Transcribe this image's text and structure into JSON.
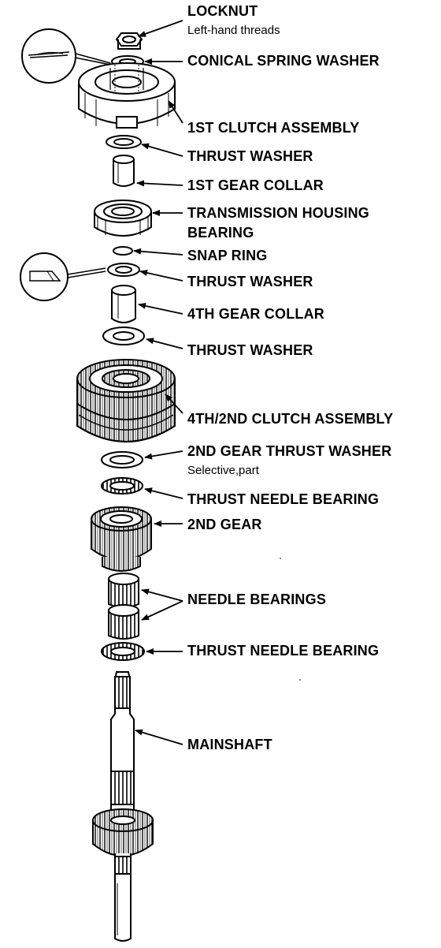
{
  "diagram": {
    "labels": {
      "locknut": "LOCKNUT",
      "locknut_note": "Left-hand threads",
      "conical_spring_washer": "CONICAL SPRING WASHER",
      "first_clutch_assembly": "1ST CLUTCH ASSEMBLY",
      "thrust_washer_1": "THRUST WASHER",
      "first_gear_collar": "1ST GEAR COLLAR",
      "transmission_housing_bearing_1": "TRANSMISSION HOUSING",
      "transmission_housing_bearing_2": "BEARING",
      "snap_ring": "SNAP RING",
      "thrust_washer_2": "THRUST WASHER",
      "fourth_gear_collar": "4TH GEAR COLLAR",
      "thrust_washer_3": "THRUST WASHER",
      "fourth_second_clutch_assembly": "4TH/2ND CLUTCH ASSEMBLY",
      "second_gear_thrust_washer": "2ND GEAR THRUST WASHER",
      "second_gear_thrust_washer_note": "Selective,part",
      "thrust_needle_bearing_1": "THRUST NEEDLE BEARING",
      "second_gear": "2ND GEAR",
      "needle_bearings": "NEEDLE BEARINGS",
      "thrust_needle_bearing_2": "THRUST NEEDLE BEARING",
      "mainshaft": "MAINSHAFT"
    }
  }
}
